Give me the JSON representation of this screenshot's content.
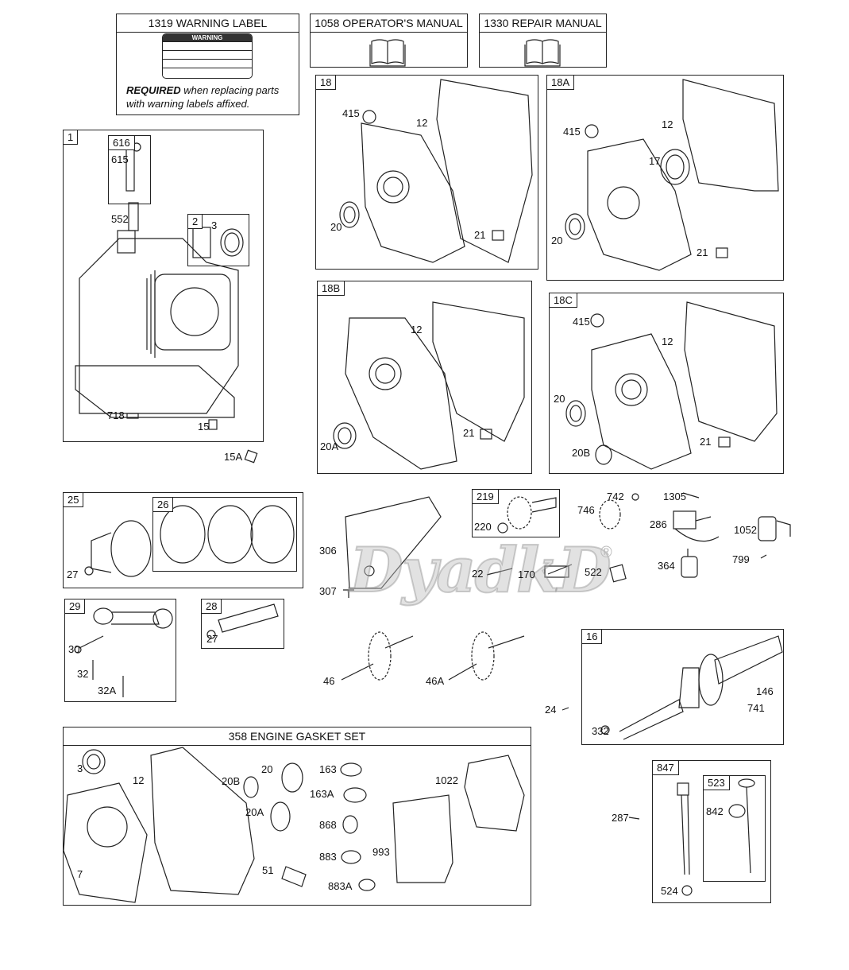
{
  "warning_box": {
    "title": "1319 WARNING LABEL",
    "label_heading": "WARNING",
    "required": "REQUIRED",
    "note_line1": " when replacing parts",
    "note_line2": "with warning labels affixed."
  },
  "operator_manual": {
    "title": "1058 OPERATOR'S MANUAL",
    "icon": "book-icon"
  },
  "repair_manual": {
    "title": "1330 REPAIR MANUAL",
    "icon": "book-icon"
  },
  "box_1": {
    "tag": "1",
    "c718": "718",
    "c15": "15",
    "c15A": "15A",
    "c552": "552"
  },
  "box_616": {
    "tag": "616",
    "c615": "615"
  },
  "box_2": {
    "tag": "2",
    "c3": "3"
  },
  "box_18": {
    "tag": "18",
    "c415": "415",
    "c12": "12",
    "c20": "20",
    "c21": "21"
  },
  "box_18A": {
    "tag": "18A",
    "c415": "415",
    "c12": "12",
    "c17": "17",
    "c20": "20",
    "c21": "21"
  },
  "box_18B": {
    "tag": "18B",
    "c12": "12",
    "c21": "21",
    "c20A": "20A"
  },
  "box_18C": {
    "tag": "18C",
    "c415": "415",
    "c12": "12",
    "c20": "20",
    "c20B": "20B",
    "c21": "21"
  },
  "box_25": {
    "tag": "25",
    "c27": "27"
  },
  "box_26": {
    "tag": "26"
  },
  "loose": {
    "c306": "306",
    "c307": "307",
    "c742": "742",
    "c746": "746",
    "c1305": "1305",
    "c286": "286",
    "c1052": "1052",
    "c364": "364",
    "c799": "799",
    "c522": "522",
    "c22": "22",
    "c170": "170",
    "c46": "46",
    "c46A": "46A",
    "c24": "24",
    "c287": "287"
  },
  "box_219": {
    "tag": "219",
    "c220": "220"
  },
  "box_29": {
    "tag": "29",
    "c30": "30",
    "c32": "32",
    "c32A": "32A"
  },
  "box_28": {
    "tag": "28",
    "c27": "27"
  },
  "box_16": {
    "tag": "16",
    "c146": "146",
    "c741": "741",
    "c332": "332"
  },
  "gasket_set": {
    "title": "358 ENGINE GASKET SET",
    "c3": "3",
    "c12": "12",
    "c20B": "20B",
    "c20": "20",
    "c163": "163",
    "c163A": "163A",
    "c1022": "1022",
    "c20A": "20A",
    "c868": "868",
    "c883": "883",
    "c993": "993",
    "c7": "7",
    "c51": "51",
    "c883A": "883A"
  },
  "box_847": {
    "tag": "847",
    "c524": "524"
  },
  "box_523": {
    "tag": "523",
    "c842": "842"
  },
  "watermark": {
    "text": "DyadkD",
    "reg": "®"
  }
}
